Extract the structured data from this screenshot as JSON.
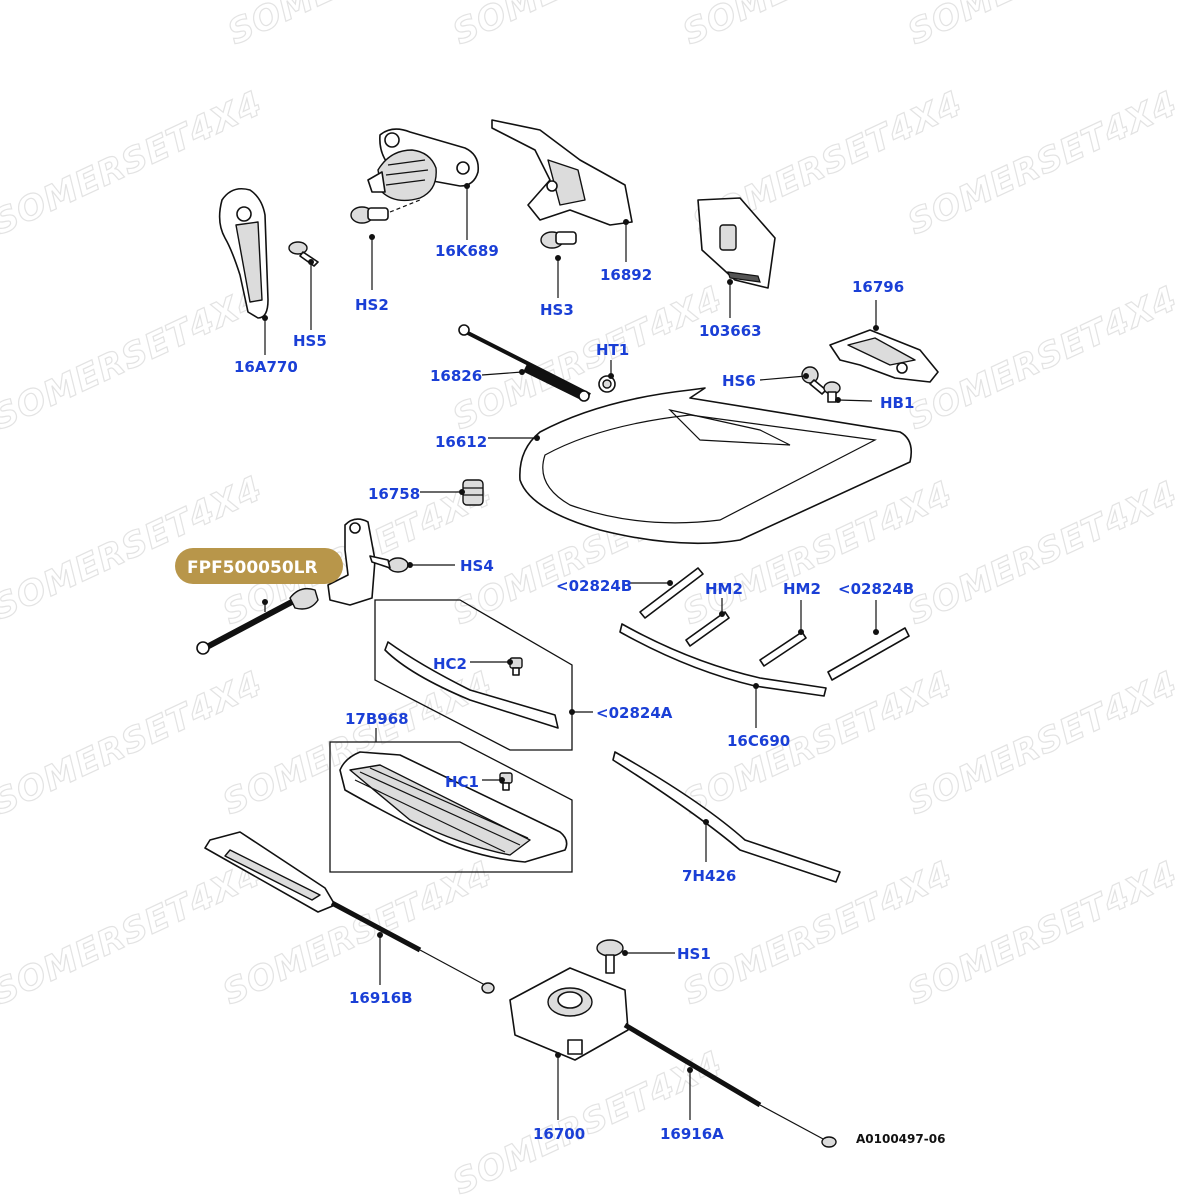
{
  "watermark": "SOMERSET4X4",
  "badge": {
    "text": "FPF500050LR",
    "color": "#b8964a"
  },
  "drawing_number": "A0100497-06",
  "label_color": "#1a3fd6",
  "callouts": [
    {
      "id": "16A770",
      "text": "16A770"
    },
    {
      "id": "HS5",
      "text": "HS5"
    },
    {
      "id": "HS2",
      "text": "HS2"
    },
    {
      "id": "16K689",
      "text": "16K689"
    },
    {
      "id": "HS3",
      "text": "HS3"
    },
    {
      "id": "16892",
      "text": "16892"
    },
    {
      "id": "103663",
      "text": "103663"
    },
    {
      "id": "16796",
      "text": "16796"
    },
    {
      "id": "HT1",
      "text": "HT1"
    },
    {
      "id": "16826",
      "text": "16826"
    },
    {
      "id": "HS6",
      "text": "HS6"
    },
    {
      "id": "HB1",
      "text": "HB1"
    },
    {
      "id": "16612",
      "text": "16612"
    },
    {
      "id": "16758",
      "text": "16758"
    },
    {
      "id": "HS4",
      "text": "HS4"
    },
    {
      "id": "02824B_l",
      "text": "<02824B"
    },
    {
      "id": "HM2_l",
      "text": "HM2"
    },
    {
      "id": "HM2_r",
      "text": "HM2"
    },
    {
      "id": "02824B_r",
      "text": "<02824B"
    },
    {
      "id": "HC2",
      "text": "HC2"
    },
    {
      "id": "02824A",
      "text": "<02824A"
    },
    {
      "id": "16C690",
      "text": "16C690"
    },
    {
      "id": "17B968",
      "text": "17B968"
    },
    {
      "id": "HC1",
      "text": "HC1"
    },
    {
      "id": "7H426",
      "text": "7H426"
    },
    {
      "id": "HS1",
      "text": "HS1"
    },
    {
      "id": "16916B",
      "text": "16916B"
    },
    {
      "id": "16700",
      "text": "16700"
    },
    {
      "id": "16916A",
      "text": "16916A"
    }
  ]
}
